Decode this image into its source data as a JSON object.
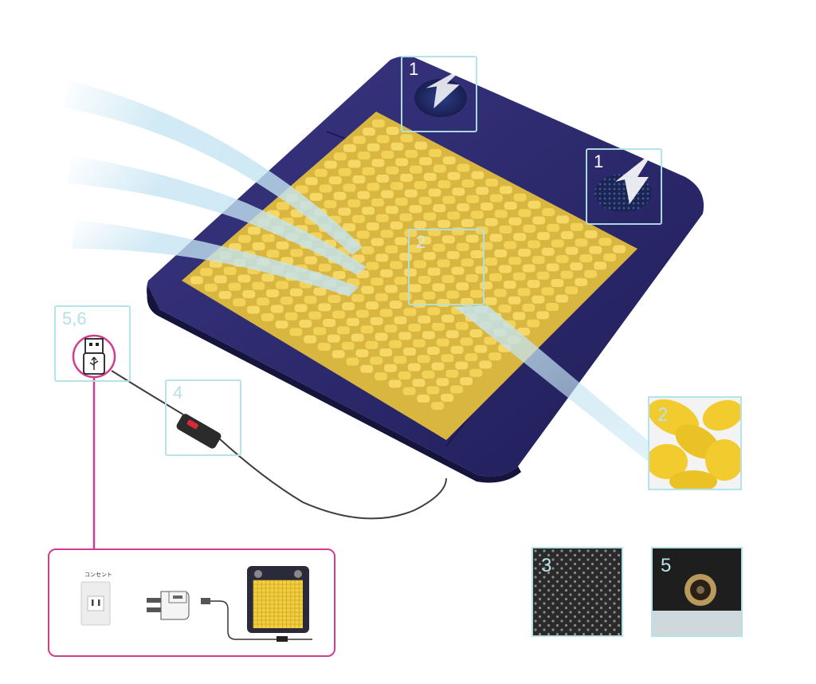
{
  "callouts": {
    "fan_left": "1",
    "fan_right": "1",
    "cushion_center": "2",
    "usb": "5,6",
    "switch": "4"
  },
  "thumbnails": {
    "cushion_closeup": "2",
    "mesh": "3",
    "port": "5"
  },
  "setup_box": {
    "outlet_label": "コンセント"
  },
  "colors": {
    "cover": "#2e2c72",
    "cushion": "#f4d565",
    "callout_border": "#b0e2e8",
    "setup_border": "#d23c8c",
    "airflow": "#c4e4f2"
  }
}
